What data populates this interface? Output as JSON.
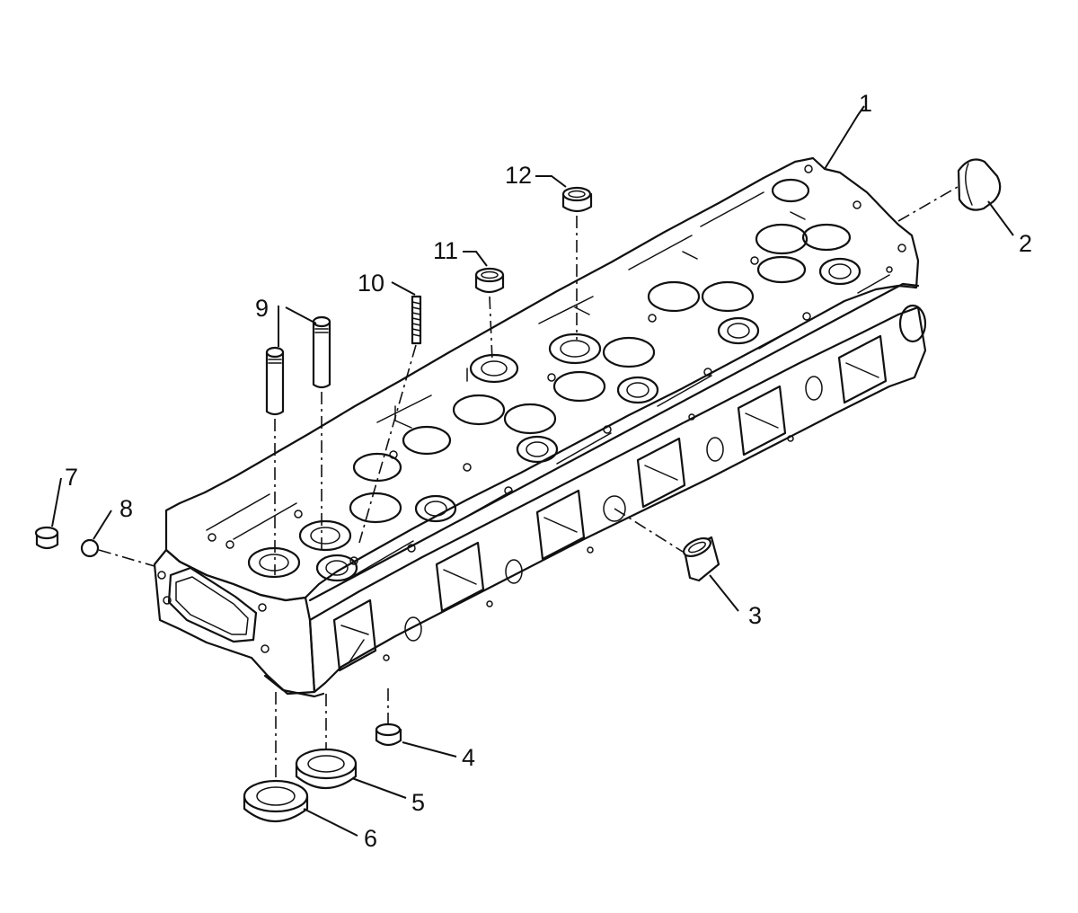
{
  "callouts": [
    {
      "id": "1",
      "text": "1"
    },
    {
      "id": "2",
      "text": "2"
    },
    {
      "id": "3",
      "text": "3"
    },
    {
      "id": "4",
      "text": "4"
    },
    {
      "id": "5",
      "text": "5"
    },
    {
      "id": "6",
      "text": "6"
    },
    {
      "id": "7",
      "text": "7"
    },
    {
      "id": "8",
      "text": "8"
    },
    {
      "id": "9",
      "text": "9"
    },
    {
      "id": "10",
      "text": "10"
    },
    {
      "id": "11",
      "text": "11"
    },
    {
      "id": "12",
      "text": "12"
    }
  ],
  "colors": {
    "ink": "#111111",
    "paper": "#ffffff"
  }
}
